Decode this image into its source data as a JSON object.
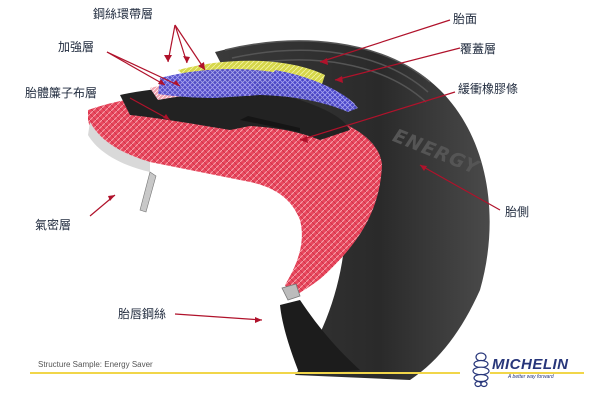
{
  "labels": {
    "steel_belt": "鋼絲環帶層",
    "reinforcement": "加強層",
    "carcass_ply": "胎體簾子布層",
    "inner_liner": "氣密層",
    "bead_wire": "胎唇鋼絲",
    "tread": "胎面",
    "cap_ply": "覆蓋層",
    "cushion_strip": "緩衝橡膠條",
    "sidewall": "胎側"
  },
  "sidewall_text": "ENERGY",
  "caption": "Structure Sample: Energy Saver",
  "brand": {
    "name": "MICHELIN",
    "tagline": "A better way forward"
  },
  "colors": {
    "leader": "#b0122b",
    "carcass": "#e8475d",
    "steel_belt": "#d6d74a",
    "cap_ply": "#4b46c9",
    "rubber": "#2b2b2b",
    "brand_blue": "#27367a",
    "brand_yellow": "#f1d64a"
  }
}
